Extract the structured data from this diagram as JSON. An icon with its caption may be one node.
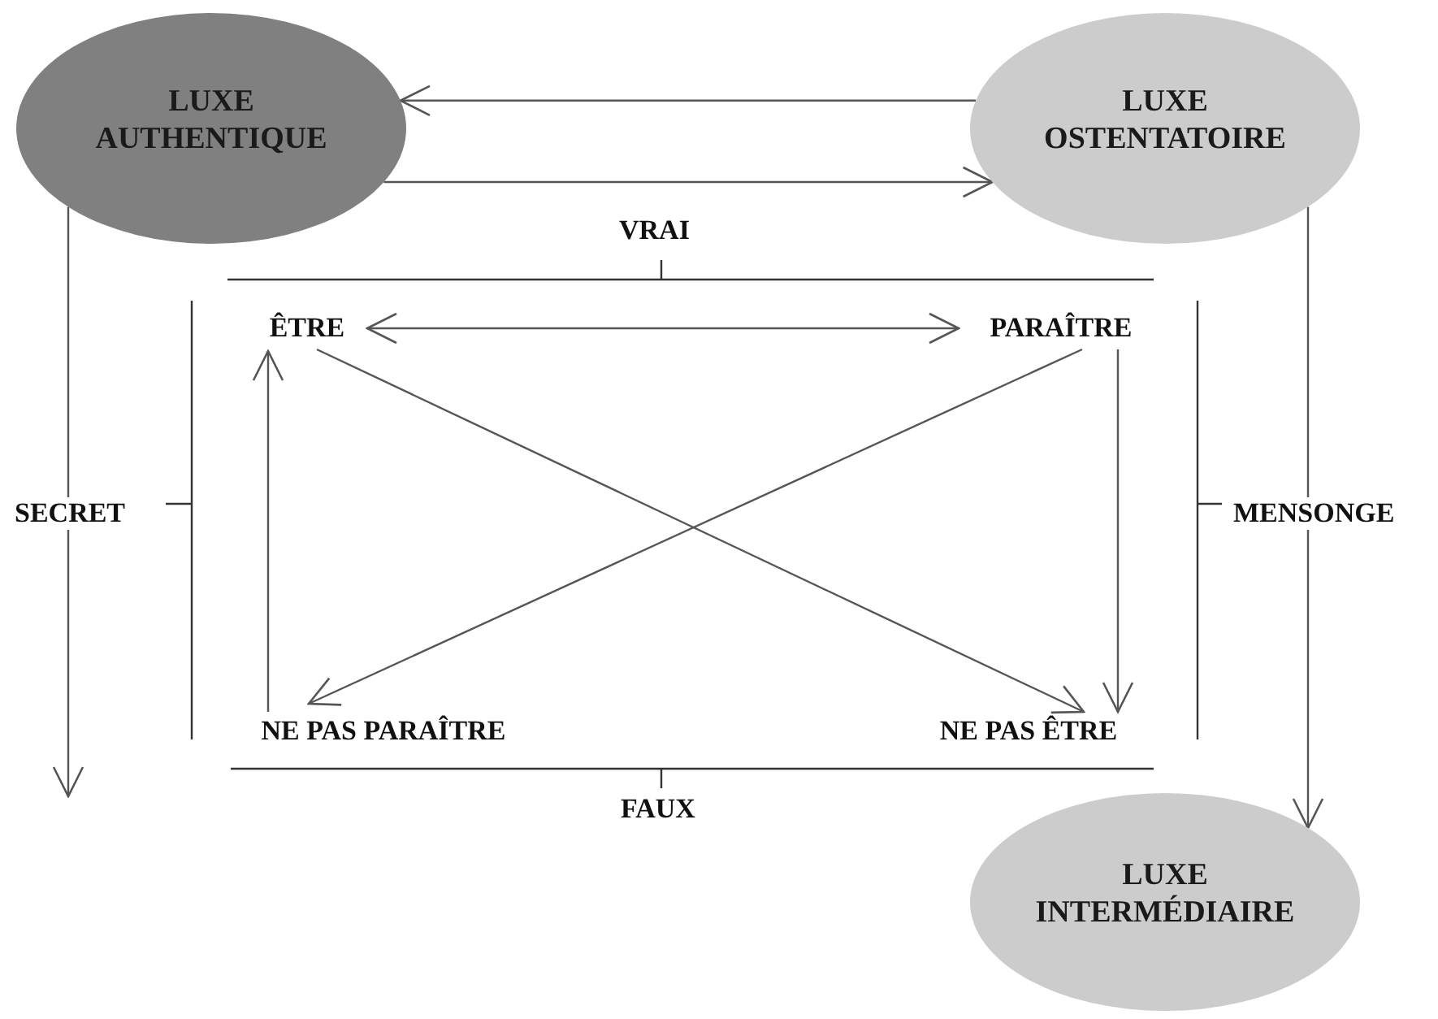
{
  "diagram": {
    "nodes": [
      {
        "text": [
          "LUXE AUTHENTIQUE"
        ]
      },
      {
        "text": [
          "LUXE OSTENTATOIRE"
        ]
      },
      {
        "text": [
          "ÊTRE"
        ]
      },
      {
        "text": [
          "PARAÎTRE"
        ]
      },
      {
        "text": [
          "NE PAS PARAÎTRE"
        ]
      },
      {
        "text": [
          "NE PAS ÊTRE"
        ]
      },
      {
        "text": [
          "LUXE INTERMÉDIAIRE"
        ]
      }
    ],
    "edges": [
      {
        "from": 1,
        "to": 0,
        "arrow": "to"
      },
      {
        "from": 0,
        "to": 1,
        "arrow": "to"
      },
      {
        "from": 0,
        "to": null,
        "arrow": "to"
      },
      {
        "from": 2,
        "to": 3,
        "arrow": "both"
      },
      {
        "from": 4,
        "to": 2,
        "arrow": "to"
      },
      {
        "from": 2,
        "to": 5,
        "arrow": "to"
      },
      {
        "from": 3,
        "to": 4,
        "arrow": "to"
      },
      {
        "from": 3,
        "to": 5,
        "arrow": "to"
      },
      {
        "from": 1,
        "to": 6,
        "arrow": "to"
      }
    ],
    "labels": [
      "VRAI",
      "SECRET",
      "MENSONGE",
      "FAUX"
    ]
  }
}
